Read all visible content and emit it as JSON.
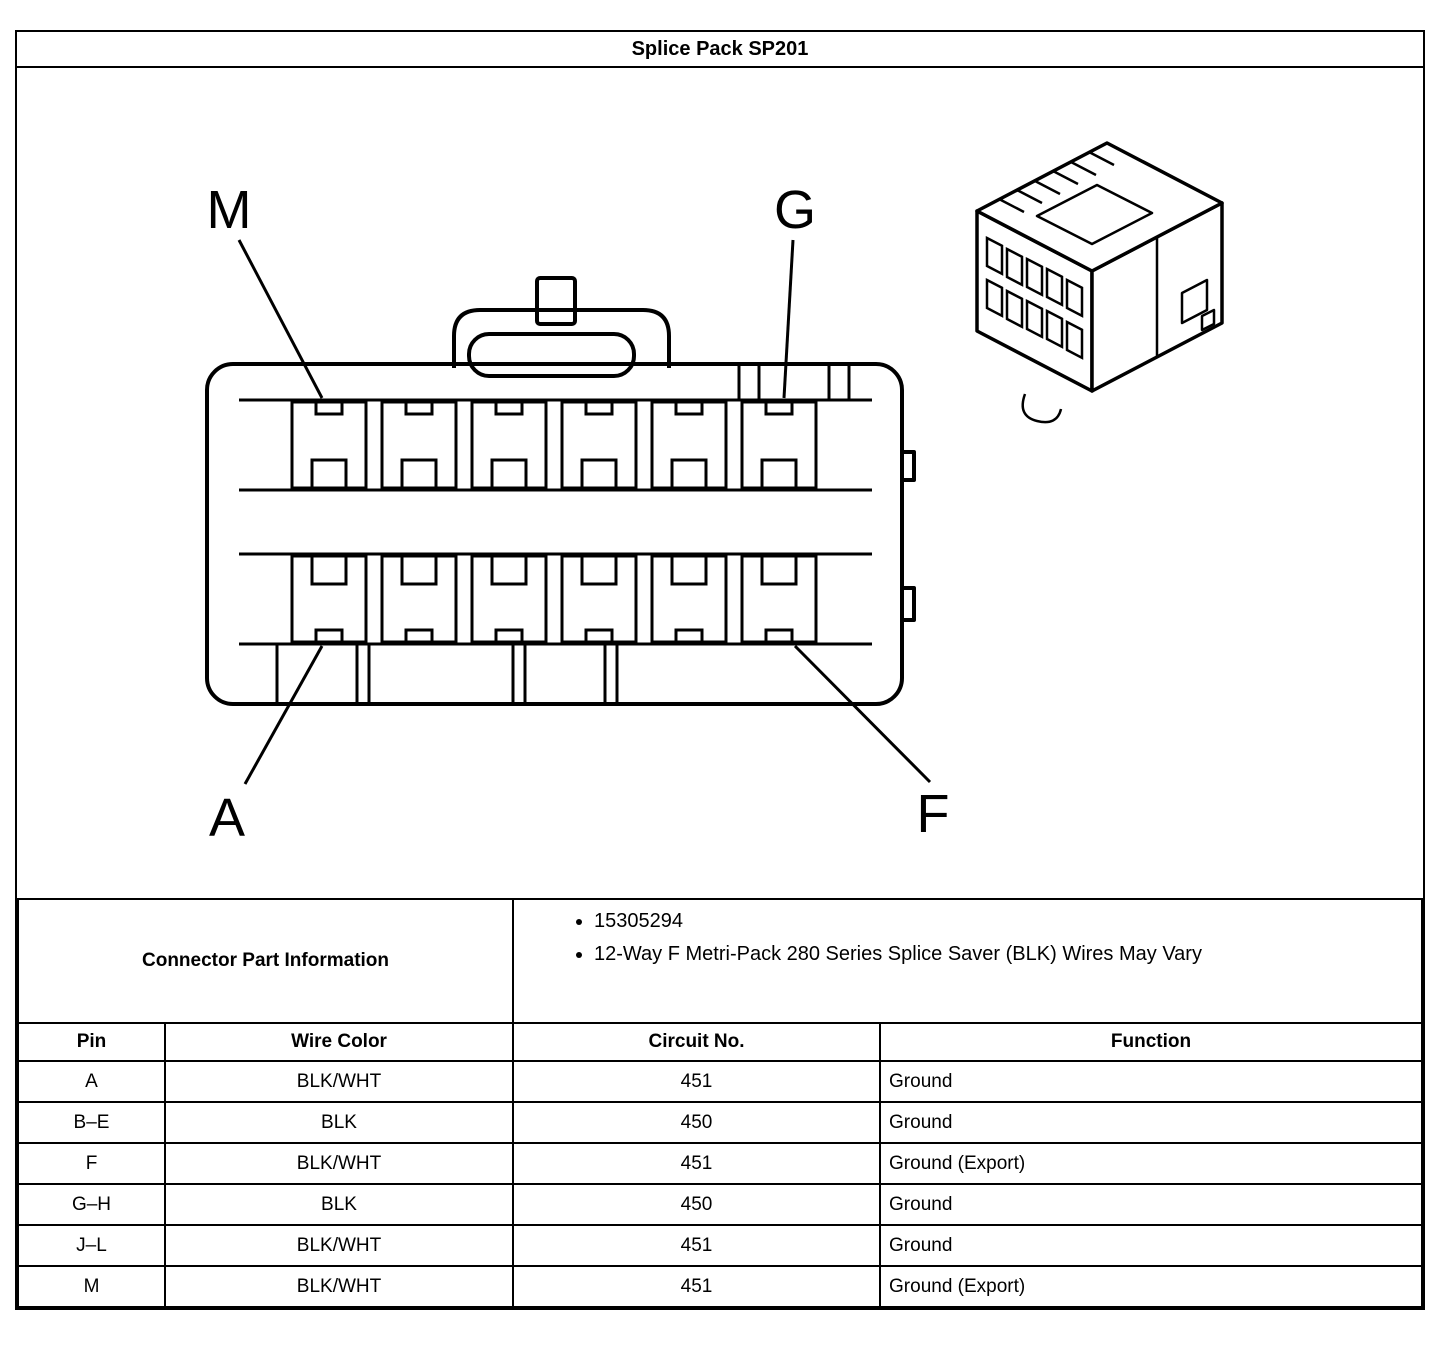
{
  "title": "Splice Pack SP201",
  "diagram": {
    "labels": {
      "m": "M",
      "g": "G",
      "a": "A",
      "f": "F"
    }
  },
  "part_info": {
    "header": "Connector Part Information",
    "items": [
      "15305294",
      "12-Way F Metri-Pack 280 Series Splice Saver (BLK) Wires May Vary"
    ]
  },
  "pin_table": {
    "columns": [
      "Pin",
      "Wire Color",
      "Circuit No.",
      "Function"
    ],
    "rows": [
      {
        "pin": "A",
        "wire_color": "BLK/WHT",
        "circuit_no": "451",
        "function": "Ground"
      },
      {
        "pin": "B–E",
        "wire_color": "BLK",
        "circuit_no": "450",
        "function": "Ground"
      },
      {
        "pin": "F",
        "wire_color": "BLK/WHT",
        "circuit_no": "451",
        "function": "Ground (Export)"
      },
      {
        "pin": "G–H",
        "wire_color": "BLK",
        "circuit_no": "450",
        "function": "Ground"
      },
      {
        "pin": "J–L",
        "wire_color": "BLK/WHT",
        "circuit_no": "451",
        "function": "Ground"
      },
      {
        "pin": "M",
        "wire_color": "BLK/WHT",
        "circuit_no": "451",
        "function": "Ground (Export)"
      }
    ]
  }
}
